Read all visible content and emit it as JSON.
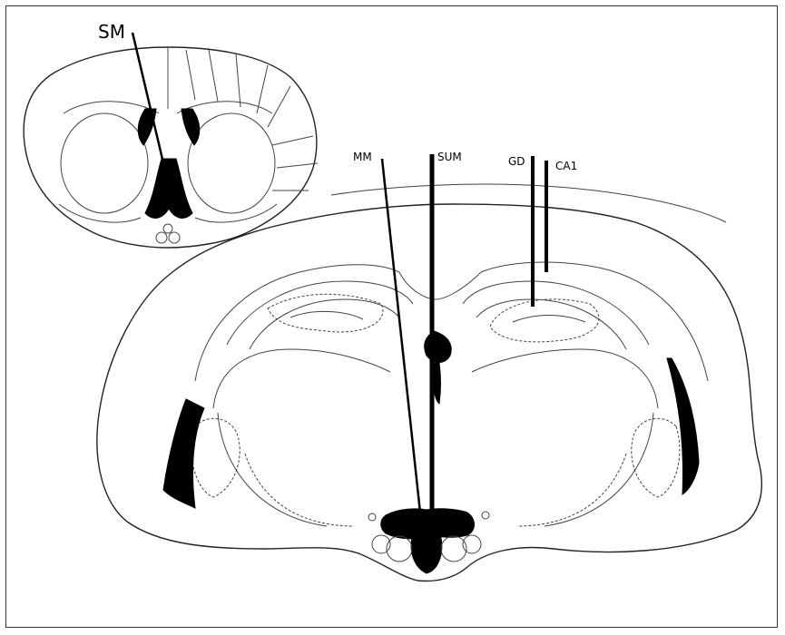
{
  "labels": {
    "sm": "SM",
    "mm": "MM",
    "sum": "SUM",
    "gd": "GD",
    "ca1": "CA1"
  }
}
